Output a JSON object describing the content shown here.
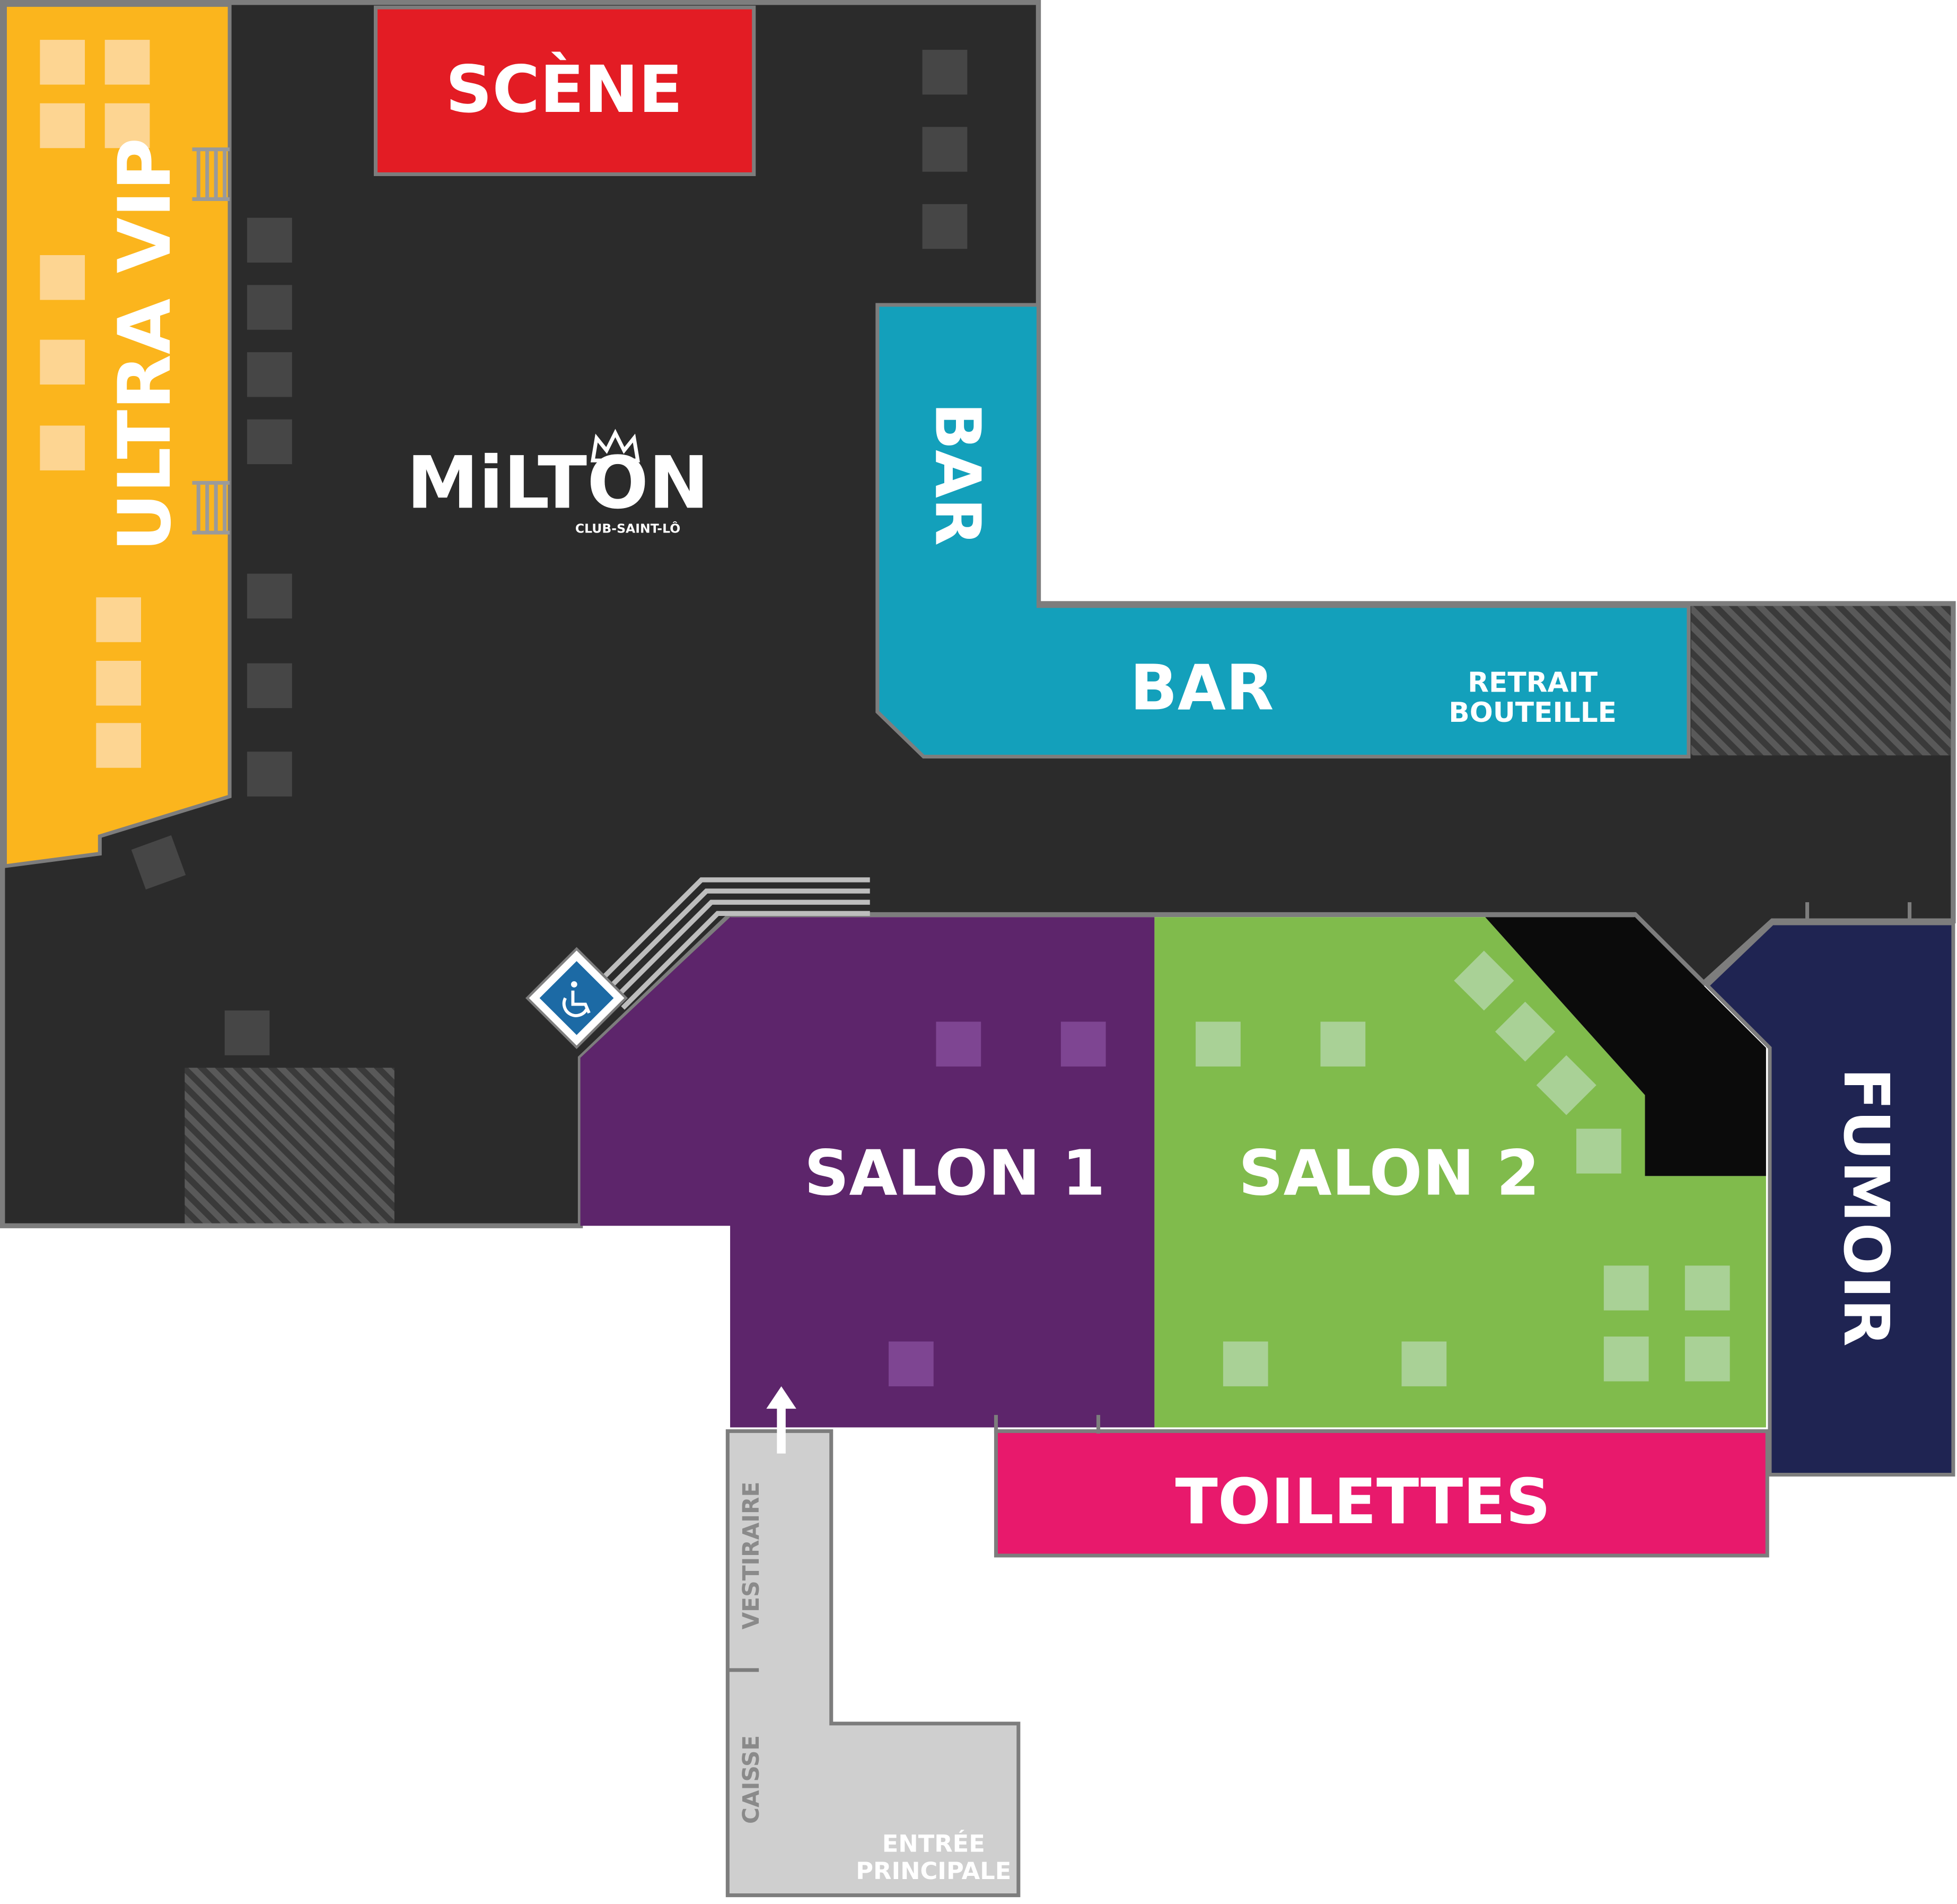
{
  "map": {
    "logo": {
      "name": "MiLTON",
      "tagline": "CLUB-SAINT-LÔ"
    },
    "zones": {
      "stage": {
        "label": "SCÈNE",
        "color": "#e31c24"
      },
      "ultra_vip": {
        "label": "ULTRA VIP",
        "color": "#fbb51d"
      },
      "bar_vertical": {
        "label": "BAR",
        "color": "#13a0bb"
      },
      "bar_horizontal": {
        "label": "BAR",
        "color": "#13a0bb"
      },
      "bottle_pickup": {
        "line1": "RETRAIT",
        "line2": "BOUTEILLE"
      },
      "salon1": {
        "label": "SALON 1",
        "color": "#5d256b"
      },
      "salon2": {
        "label": "SALON 2",
        "color": "#80bb4c"
      },
      "smoking": {
        "label": "FUMOIR",
        "color": "#1f2452"
      },
      "toilets": {
        "label": "TOILETTES",
        "color": "#e8196c"
      },
      "cloakroom": {
        "label": "VESTIRAIRE"
      },
      "cashier": {
        "label": "CAISSE"
      },
      "entrance": {
        "line1": "ENTRÉE",
        "line2": "PRINCIPALE"
      }
    },
    "icons": {
      "wheelchair": "wheelchair-accessibility-icon",
      "arrow": "arrow-up-icon",
      "crown": "crown-icon"
    },
    "colors": {
      "floor": "#2b2b2b",
      "wall": "#7d7d7d",
      "hallway": "#cfcfcf",
      "accessibility": "#1c6aa5"
    }
  }
}
